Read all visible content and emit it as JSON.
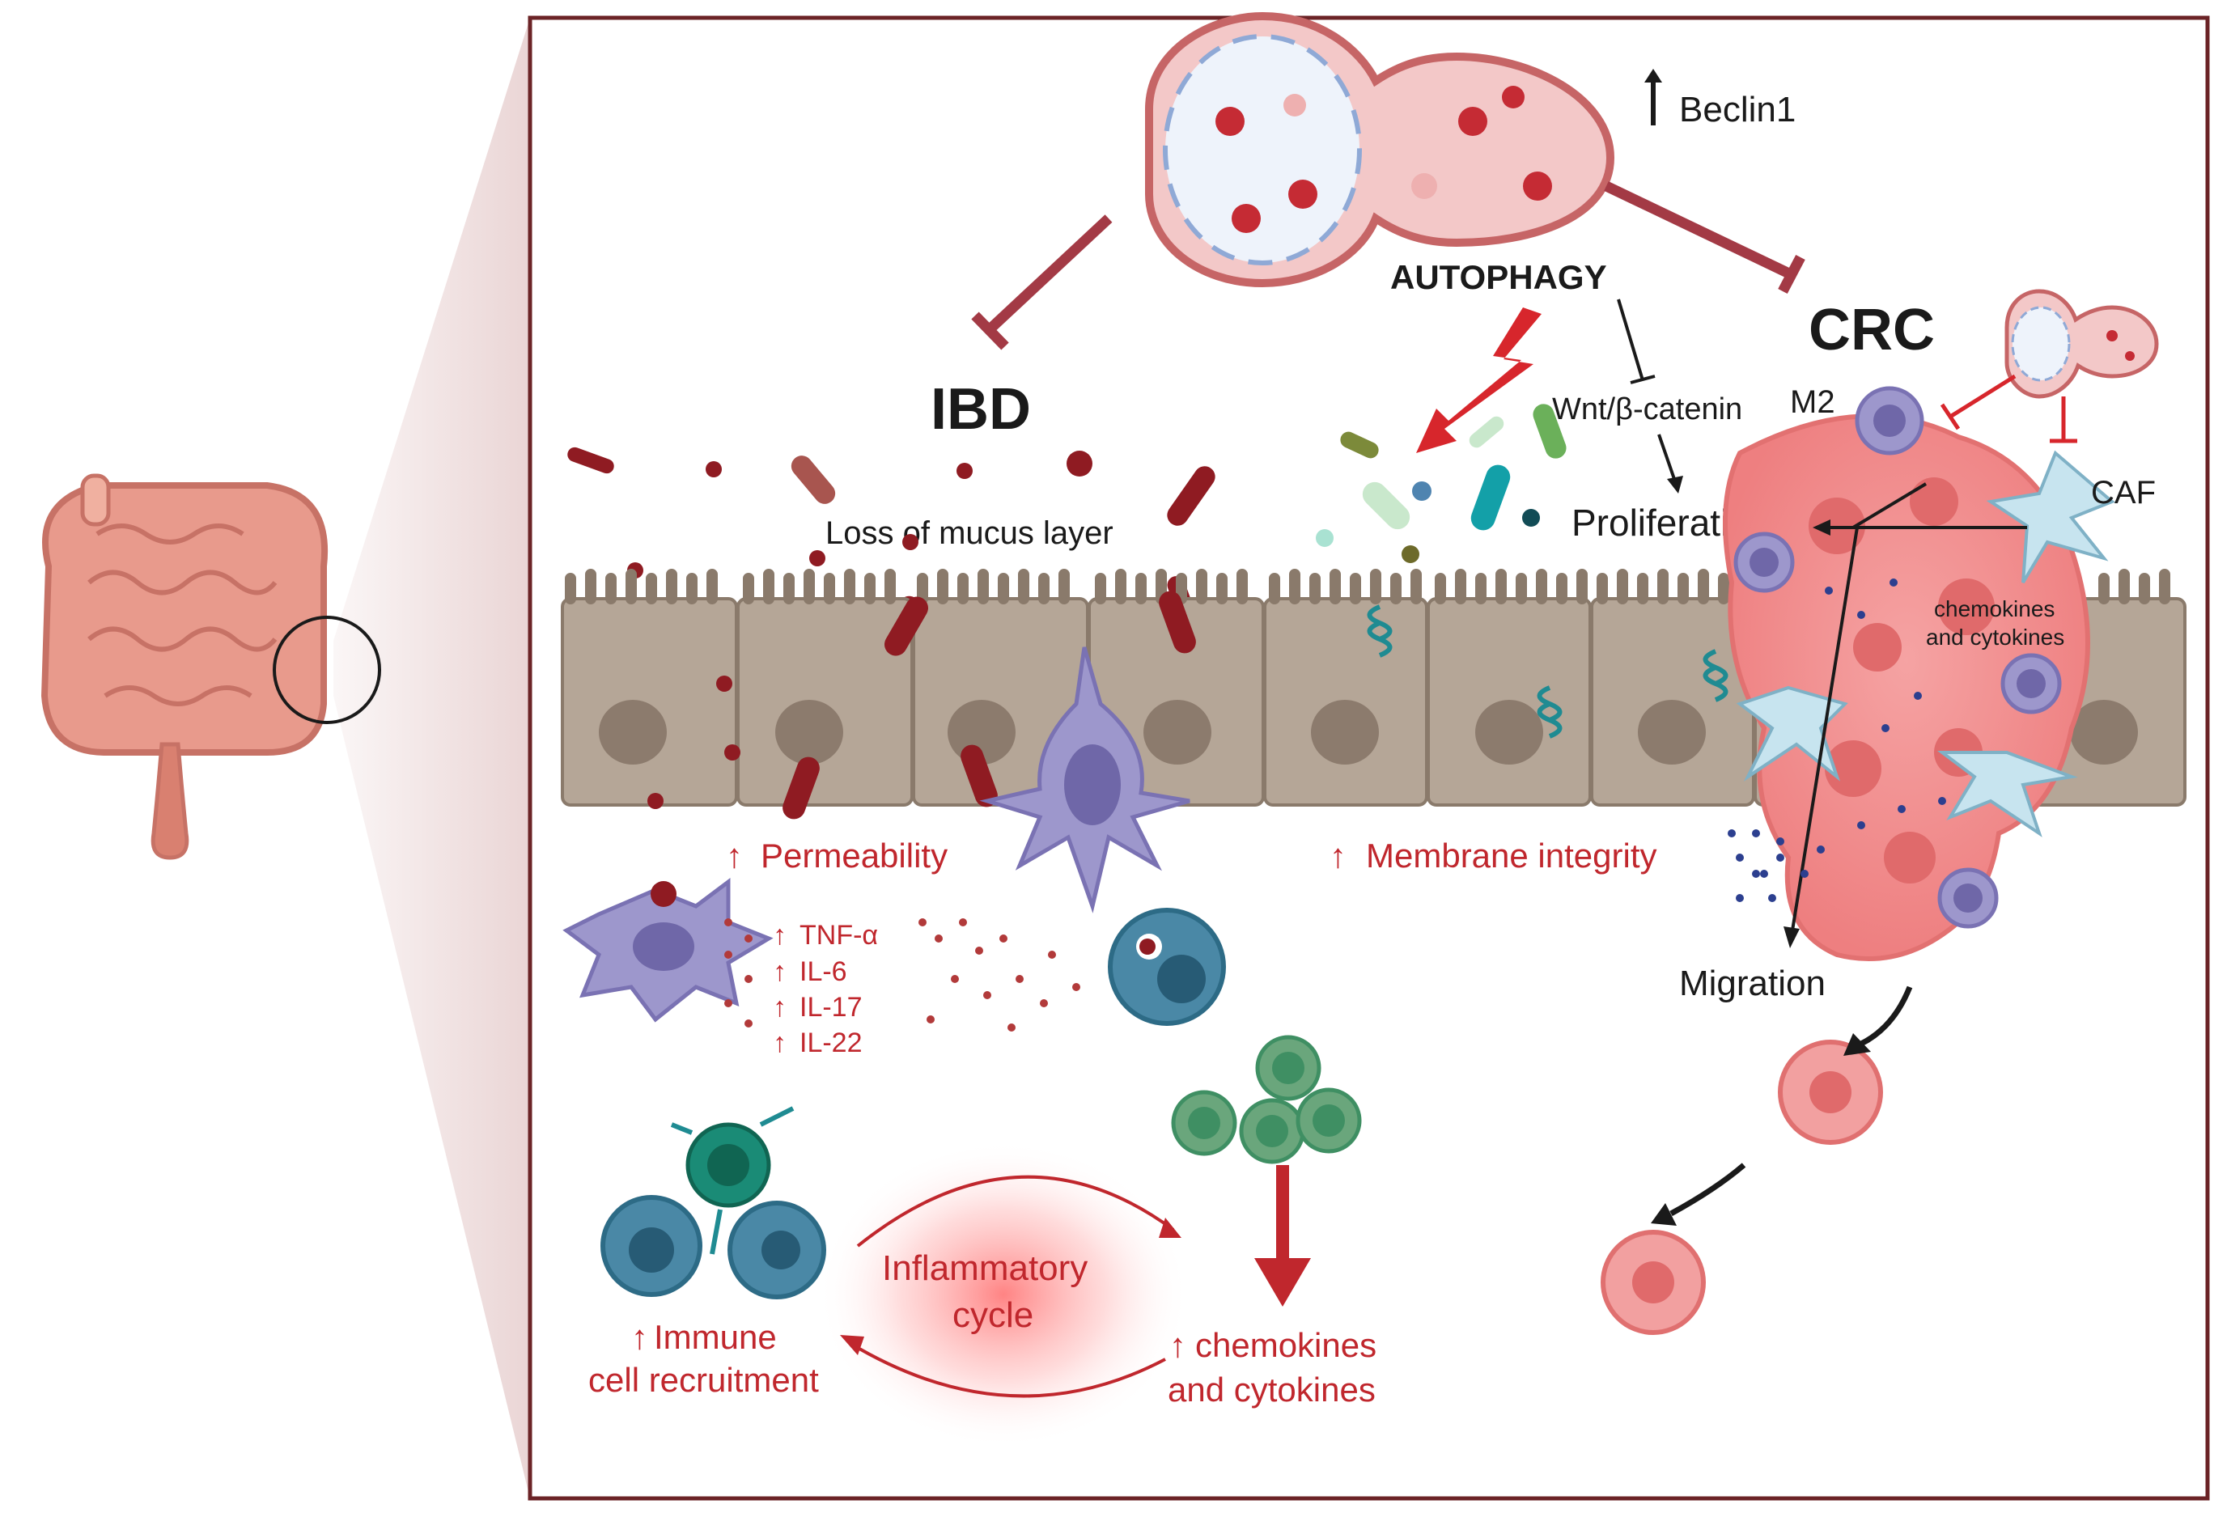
{
  "labels": {
    "beclin": "Beclin1",
    "autophagy": "AUTOPHAGY",
    "ibd": "IBD",
    "crc": "CRC",
    "wnt": "Wnt/β-catenin",
    "m2": "M2",
    "caf": "CAF",
    "proliferation": "Proliferation",
    "mucus": "Loss of mucus layer",
    "chemokines_tumor_1": "chemokines",
    "chemokines_tumor_2": "and cytokines",
    "permeability": "Permeability",
    "membrane": "Membrane integrity",
    "migration": "Migration",
    "tnf": "TNF-α",
    "il6": "IL-6",
    "il17": "IL-17",
    "il22": "IL-22",
    "cycle_1": "Inflammatory",
    "cycle_2": "cycle",
    "immune_1": "Immune",
    "immune_2": "cell recruitment",
    "chemo_1": "chemokines",
    "chemo_2": "and cytokines"
  },
  "colors": {
    "frame": "#6b2326",
    "inhibit": "#a33a45",
    "text_red": "#c0272d",
    "epithelium": "#b5a697",
    "nucleus": "#8c7b6d",
    "bacteria_red": "#8f1b22",
    "tumor": "#f08c8c",
    "macrophage": "#9d97cc",
    "immune_teal": "#2d6b86",
    "green_cell": "#3f8f63"
  },
  "icons": [
    "intestine-icon",
    "autophagosome-icon",
    "bacteria-icon",
    "macrophage-icon",
    "tumor-cell-icon",
    "fibroblast-icon",
    "tight-junction-icon"
  ]
}
